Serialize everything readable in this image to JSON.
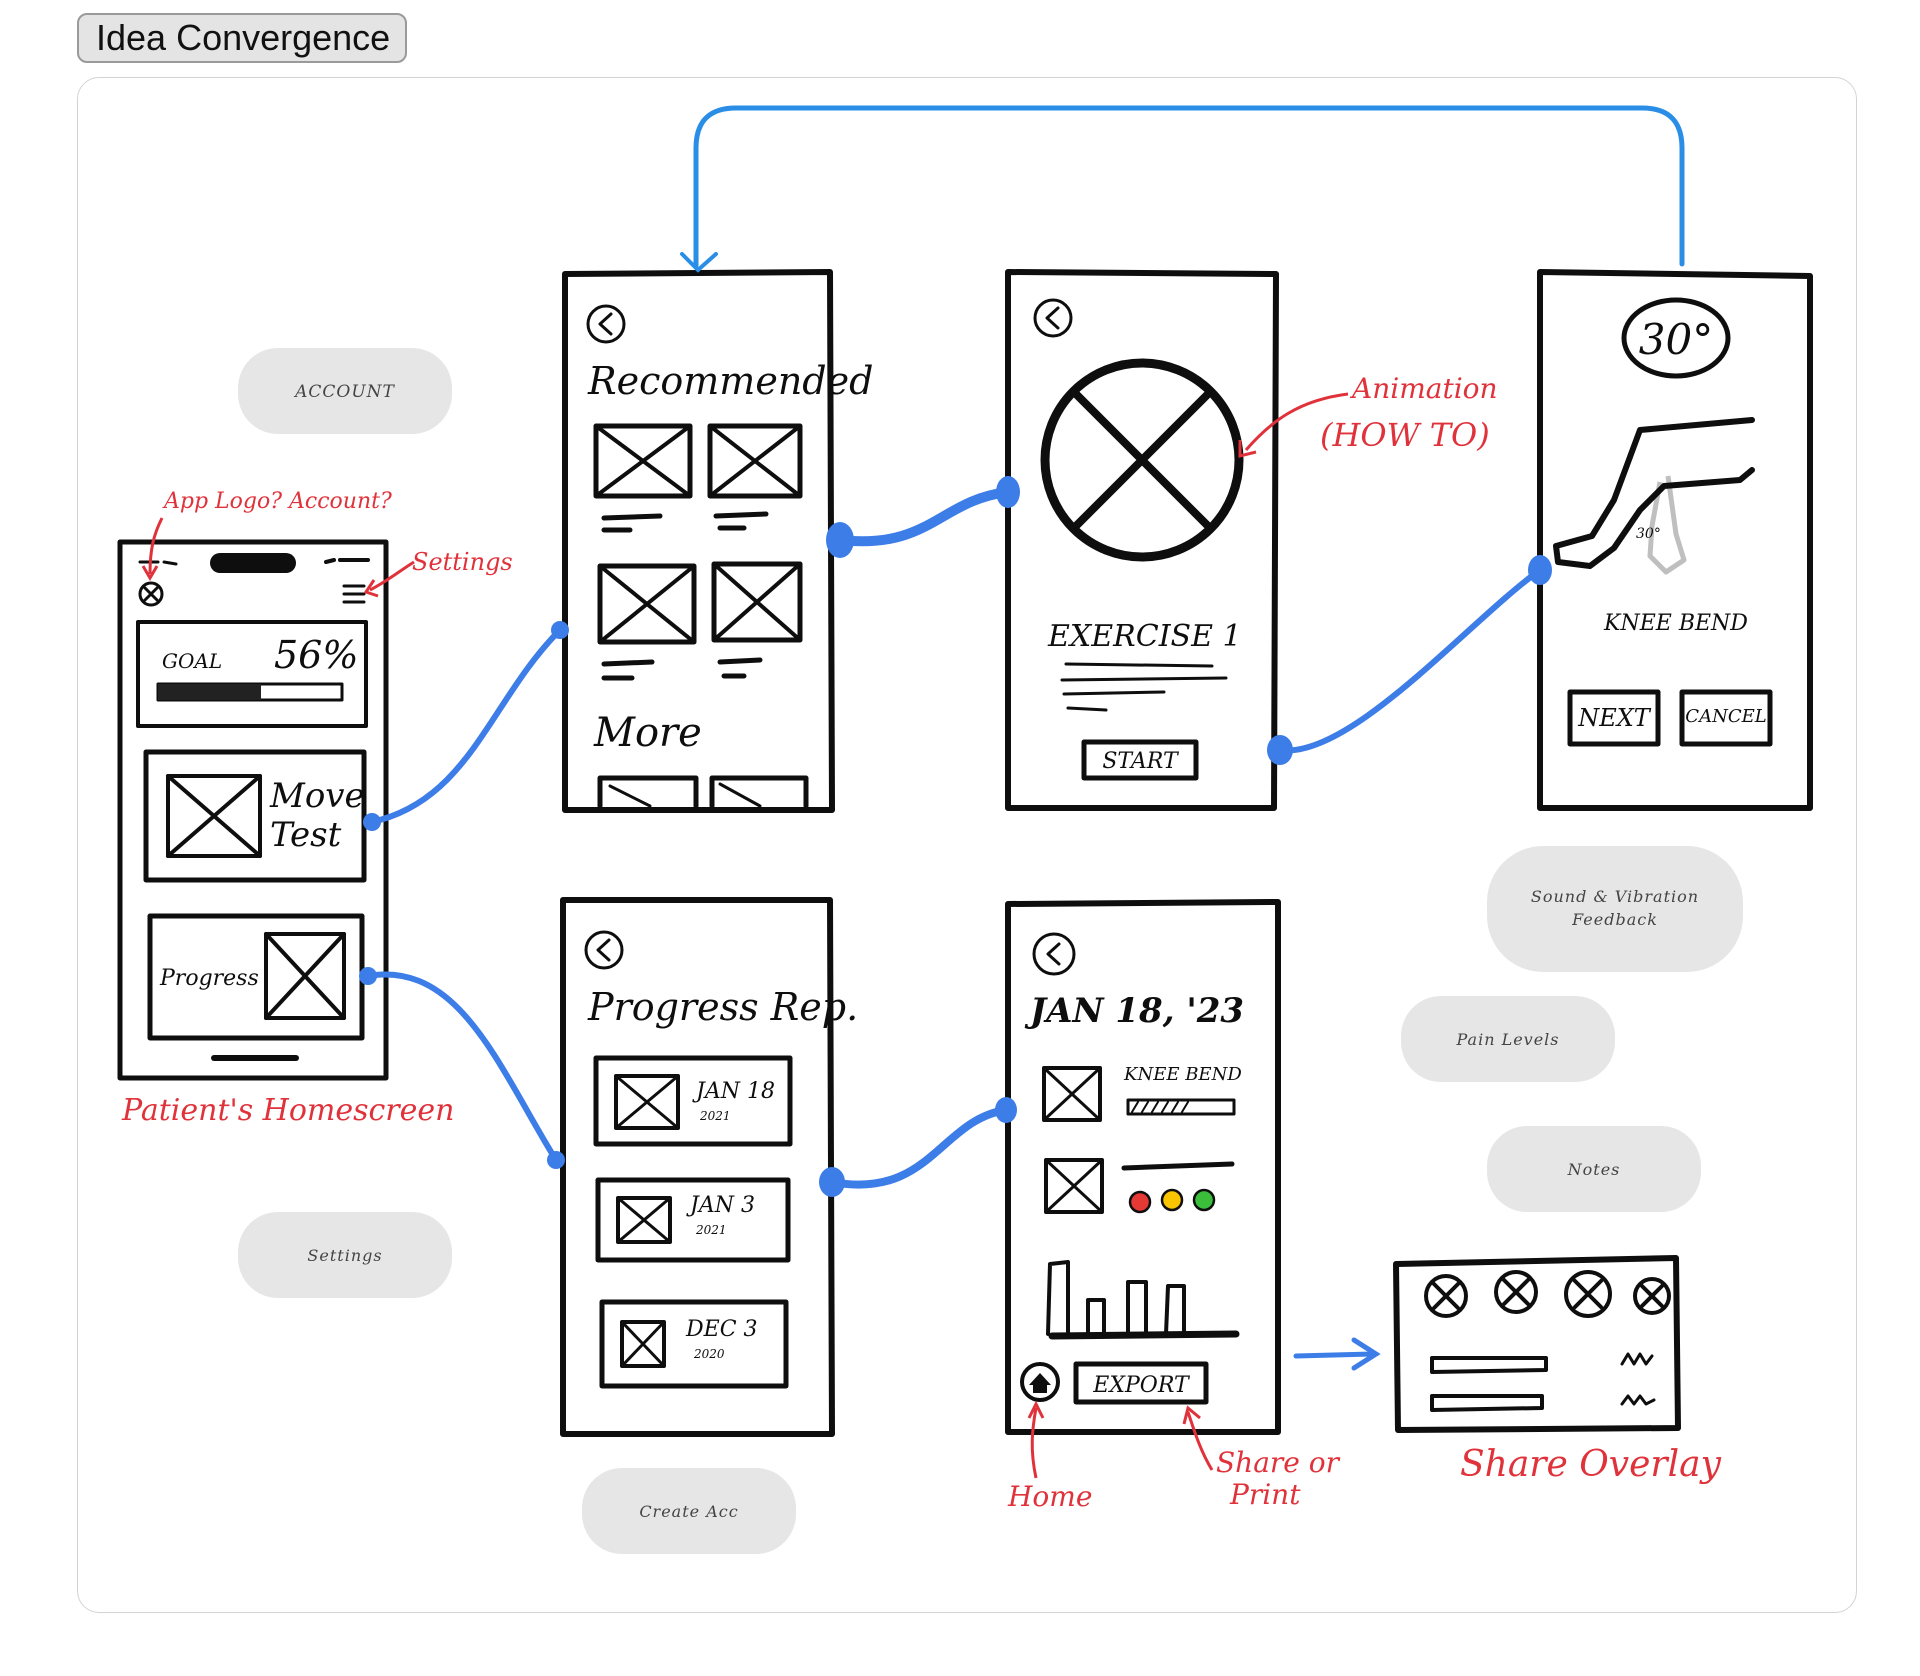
{
  "title": "Idea Convergence",
  "stickies": {
    "account": "ACCOUNT",
    "settings": "Settings",
    "create_acc": "Create Acc",
    "sound_feedback_1": "Sound & Vibration",
    "sound_feedback_2": "Feedback",
    "pain_levels": "Pain Levels",
    "notes": "Notes"
  },
  "home_screen": {
    "goal_label": "GOAL",
    "goal_percent": "56%",
    "goal_progress": 0.56,
    "move_label_1": "Move",
    "move_label_2": "Test",
    "progress_label": "Progress"
  },
  "recommended_screen": {
    "heading": "Recommended",
    "more_label": "More"
  },
  "exercise_screen": {
    "heading": "EXERCISE 1",
    "start_button": "START"
  },
  "knee_screen": {
    "angle_badge": "30°",
    "angle_small": "30°",
    "exercise_name": "KNEE BEND",
    "next_button": "NEXT",
    "cancel_button": "CANCEL"
  },
  "progress_report_screen": {
    "heading": "Progress Rep.",
    "entries": [
      {
        "date": "JAN 18",
        "year": "2021"
      },
      {
        "date": "JAN 3",
        "year": "2021"
      },
      {
        "date": "DEC 3",
        "year": "2020"
      }
    ]
  },
  "report_detail_screen": {
    "date_heading": "JAN 18, '23",
    "exercise_label": "KNEE BEND",
    "export_button": "EXPORT",
    "indicator_colors": [
      "#e53935",
      "#f9c400",
      "#3bbf3b"
    ]
  },
  "annotations": {
    "app_logo": "App Logo? Account?",
    "settings": "Settings",
    "animation_1": "Animation",
    "animation_2": "(HOW TO)",
    "home": "Home",
    "share_1": "Share or",
    "share_2": "Print",
    "share_overlay": "Share Overlay",
    "homescreen_caption": "Patient's Homescreen"
  },
  "colors": {
    "connector": "#3d7de8",
    "annotation": "#e0323a",
    "sticky_fill": "#e6e6e6",
    "ink": "#0e0e0e"
  }
}
